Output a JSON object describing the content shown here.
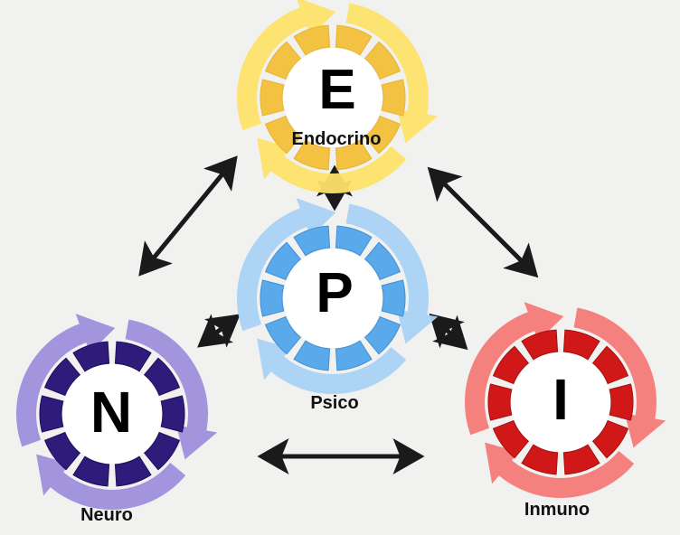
{
  "nodes": {
    "endocrino": {
      "letter": "E",
      "label": "Endocrino",
      "colors": {
        "outer": "#fde36a",
        "inner": "#f4c243",
        "shadow": "#e7b532"
      }
    },
    "psico": {
      "letter": "P",
      "label": "Psico",
      "colors": {
        "outer": "#a9d1f4",
        "inner": "#5aa9eb",
        "shadow": "#3f90d8"
      }
    },
    "neuro": {
      "letter": "N",
      "label": "Neuro",
      "colors": {
        "outer": "#9d8fdc",
        "inner": "#2e1b7a",
        "shadow": "#1f0f5e"
      }
    },
    "inmuno": {
      "letter": "I",
      "label": "Inmuno",
      "colors": {
        "outer": "#f47a78",
        "inner": "#d01818",
        "shadow": "#a80e0e"
      }
    }
  },
  "connections": [
    {
      "from": "endocrino",
      "to": "psico",
      "direction": "both"
    },
    {
      "from": "endocrino",
      "to": "neuro",
      "direction": "both"
    },
    {
      "from": "endocrino",
      "to": "inmuno",
      "direction": "both"
    },
    {
      "from": "psico",
      "to": "neuro",
      "direction": "both"
    },
    {
      "from": "psico",
      "to": "inmuno",
      "direction": "both"
    },
    {
      "from": "neuro",
      "to": "inmuno",
      "direction": "both"
    }
  ],
  "arrow_color": "#1a1a1a"
}
